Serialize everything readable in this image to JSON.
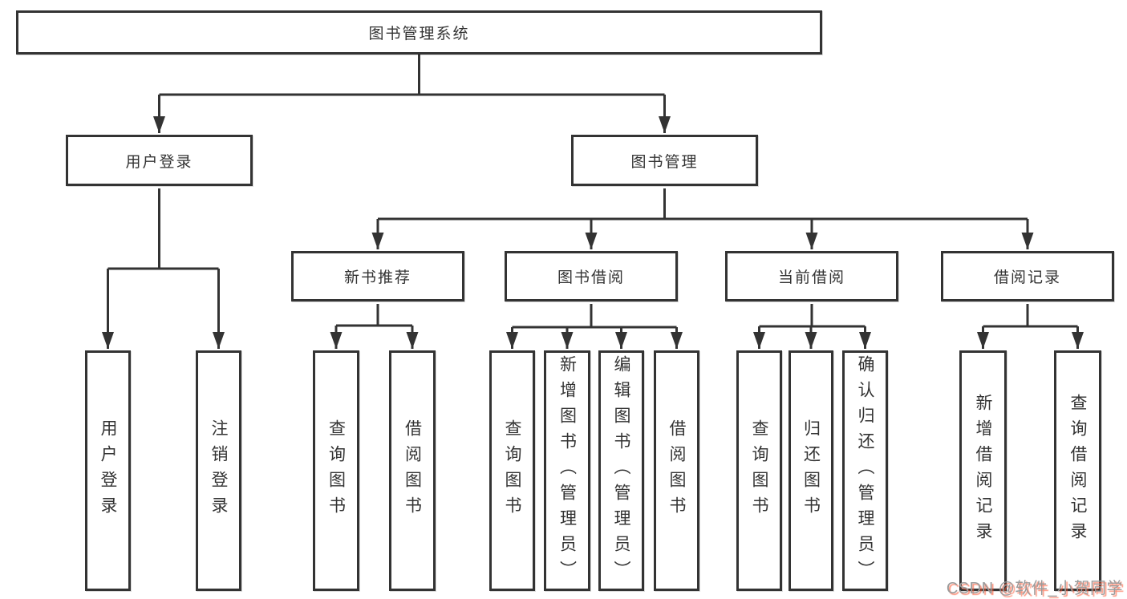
{
  "diagram_title": "图书管理系统",
  "nodes": {
    "root": {
      "label": "图书管理系统"
    },
    "user_login": {
      "label": "用户登录"
    },
    "book_management": {
      "label": "图书管理"
    },
    "new_book_recommend": {
      "label": "新书推荐"
    },
    "book_borrowing": {
      "label": "图书借阅"
    },
    "current_borrowing": {
      "label": "当前借阅"
    },
    "borrow_records": {
      "label": "借阅记录"
    },
    "leaf_user_login": {
      "label": "用户登录"
    },
    "leaf_logout": {
      "label": "注销登录"
    },
    "leaf_query_books_recommend": {
      "label": "查询图书"
    },
    "leaf_borrow_books_recommend": {
      "label": "借阅图书"
    },
    "leaf_query_books_borrowing": {
      "label": "查询图书"
    },
    "leaf_add_book_admin": {
      "label": "新增图书（管理员）"
    },
    "leaf_edit_book_admin": {
      "label": "编辑图书（管理员）"
    },
    "leaf_borrow_books_borrowing": {
      "label": "借阅图书"
    },
    "leaf_query_books_current": {
      "label": "查询图书"
    },
    "leaf_return_book": {
      "label": "归还图书"
    },
    "leaf_confirm_return_admin": {
      "label": "确认归还（管理员）"
    },
    "leaf_add_borrow_record": {
      "label": "新增借阅记录"
    },
    "leaf_query_borrow_record": {
      "label": "查询借阅记录"
    }
  },
  "structure": {
    "图书管理系统": {
      "用户登录": [
        "用户登录",
        "注销登录"
      ],
      "图书管理": {
        "新书推荐": [
          "查询图书",
          "借阅图书"
        ],
        "图书借阅": [
          "查询图书",
          "新增图书（管理员）",
          "编辑图书（管理员）",
          "借阅图书"
        ],
        "当前借阅": [
          "查询图书",
          "归还图书",
          "确认归还（管理员）"
        ],
        "借阅记录": [
          "新增借阅记录",
          "查询借阅记录"
        ]
      }
    }
  },
  "watermark": {
    "text": "CSDN @软件_小贺同学"
  },
  "colors": {
    "line": "#333333",
    "box_border": "#333333",
    "text": "#333333",
    "background": "#ffffff",
    "watermark_gray": "#9b9b9b",
    "watermark_red": "#fc5531"
  }
}
